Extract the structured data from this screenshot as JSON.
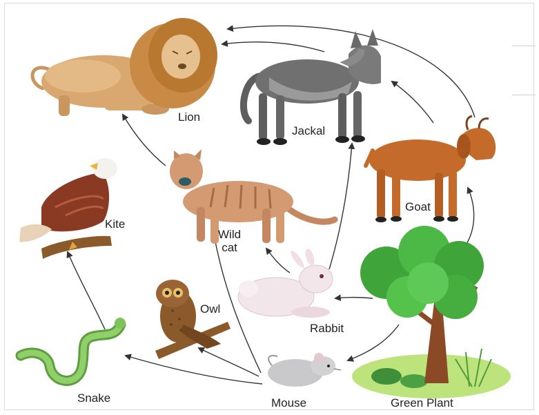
{
  "labels": {
    "lion": "Lion",
    "jackal": "Jackal",
    "goat": "Goat",
    "kite": "Kite",
    "wildcat_line1": "Wild",
    "wildcat_line2": "cat",
    "owl": "Owl",
    "rabbit": "Rabbit",
    "snake": "Snake",
    "mouse": "Mouse",
    "green_plant": "Green Plant"
  },
  "icons": [
    "lion-icon",
    "jackal-icon",
    "goat-icon",
    "kite-icon",
    "wildcat-icon",
    "owl-icon",
    "rabbit-icon",
    "snake-icon",
    "mouse-icon",
    "tree-icon"
  ],
  "colors": {
    "arrow": "#333333",
    "lion": "#d9a870",
    "mane": "#c88a45",
    "jackal": "#6f6f6f",
    "goat": "#c46a2a",
    "kite_body": "#8a3a22",
    "wildcat": "#d49a72",
    "owl": "#8b5a2b",
    "rabbit": "#f2e6ea",
    "snake": "#7dc25a",
    "mouse": "#c9c9cc",
    "tree_leaves": "#3fa53a",
    "trunk": "#8b4a25"
  }
}
